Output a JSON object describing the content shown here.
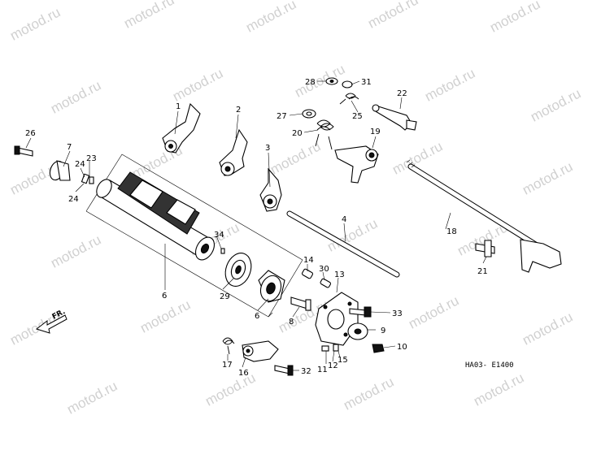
{
  "watermark": "motod.ru",
  "diagram_code": "HA03- E1400",
  "direction_label": "FR.",
  "callouts": {
    "c1": "1",
    "c2": "2",
    "c3": "3",
    "c4": "4",
    "c6a": "6",
    "c6b": "6",
    "c7": "7",
    "c8": "8",
    "c9": "9",
    "c10": "10",
    "c11": "11",
    "c12": "12",
    "c13": "13",
    "c14": "14",
    "c15": "15",
    "c16": "16",
    "c17": "17",
    "c18": "18",
    "c19": "19",
    "c20": "20",
    "c21": "21",
    "c22": "22",
    "c23": "23",
    "c24a": "24",
    "c24b": "24",
    "c25": "25",
    "c26": "26",
    "c27": "27",
    "c28": "28",
    "c29": "29",
    "c30": "30",
    "c31": "31",
    "c32": "32",
    "c33": "33",
    "c34": "34"
  }
}
